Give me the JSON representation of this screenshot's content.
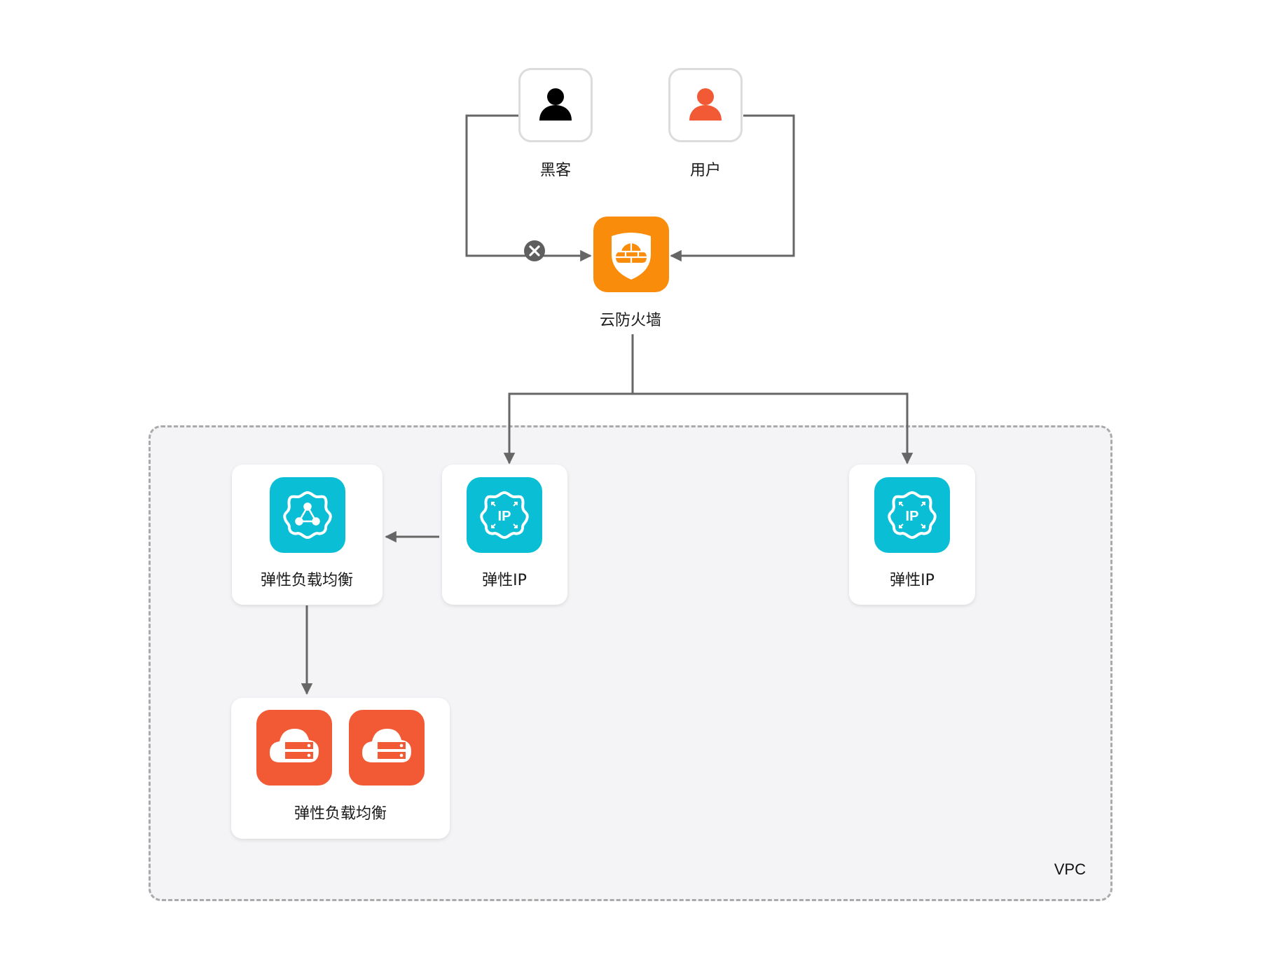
{
  "nodes": {
    "hacker": {
      "label": "黑客",
      "icon": "person-icon",
      "icon_color": "#000000"
    },
    "user": {
      "label": "用户",
      "icon": "person-icon",
      "icon_color": "#f25a35"
    },
    "firewall": {
      "label": "云防火墙",
      "icon": "firewall-shield-icon",
      "color": "#f98c0a"
    },
    "slb": {
      "label": "弹性负载均衡",
      "icon": "load-balancer-icon",
      "color": "#0abed6"
    },
    "eip_1": {
      "label": "弹性IP",
      "icon": "elastic-ip-icon",
      "color": "#0abed6"
    },
    "eip_2": {
      "label": "弹性IP",
      "icon": "elastic-ip-icon",
      "color": "#0abed6"
    },
    "servers": {
      "label": "弹性负载均衡",
      "icon": "cloud-server-icon",
      "count": 2,
      "color": "#f25a35"
    }
  },
  "group": {
    "label": "VPC"
  },
  "edges": [
    {
      "from": "hacker",
      "to": "firewall",
      "blocked": true
    },
    {
      "from": "user",
      "to": "firewall",
      "blocked": false
    },
    {
      "from": "firewall",
      "to": "eip_1"
    },
    {
      "from": "firewall",
      "to": "eip_2"
    },
    {
      "from": "eip_1",
      "to": "slb"
    },
    {
      "from": "slb",
      "to": "servers"
    }
  ],
  "colors": {
    "line": "#666666",
    "block_badge": "#5f5f5f",
    "vpc_border": "#aaaaaa",
    "vpc_fill": "#f4f4f6"
  }
}
